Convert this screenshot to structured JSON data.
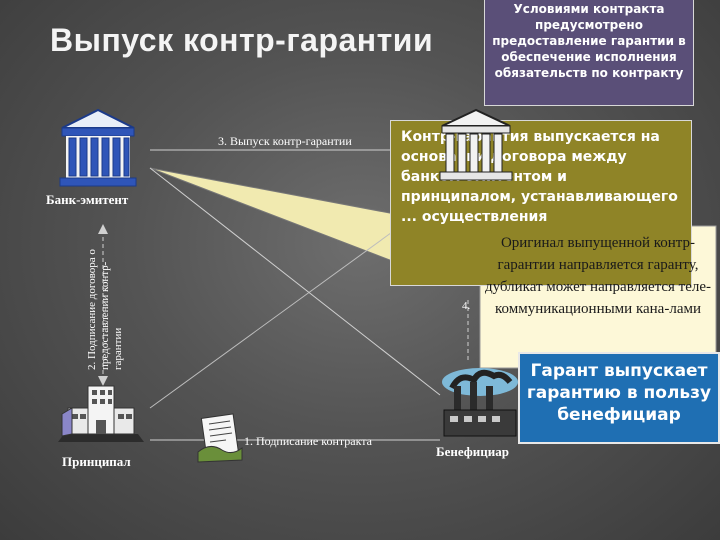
{
  "title": "Выпуск контр-гарантии",
  "nodes": {
    "bank": "Банк-эмитент",
    "principal": "Принципал",
    "beneficiary": "Бенефициар"
  },
  "edges": {
    "issue": "3. Выпуск контр-гарантии",
    "contract": "1. Подписание контракта",
    "agreement": "2. Подписание договора о предоставлении контр-гарантии",
    "beneficiary_side": "4."
  },
  "notes": {
    "top": "Условиями контракта предусмотрено предоставление гарантии в обеспечение исполнения обязательств по контракту",
    "olive": "Контр-гарантия выпускается на основании договора между банком-эмитентом и принципалом, устанавливающего ... осуществления",
    "callout": "Оригинал выпущенной контр-гарантии направляется гаранту, дубликат может направляется теле-коммуникационными кана-лами",
    "blue": "Гарант выпускает гарантию в пользу бенефициар"
  },
  "colors": {
    "olive": "#8f8427",
    "purple": "#5a4f78",
    "blue": "#1f6fb3",
    "callout": "#fdf8d8"
  }
}
